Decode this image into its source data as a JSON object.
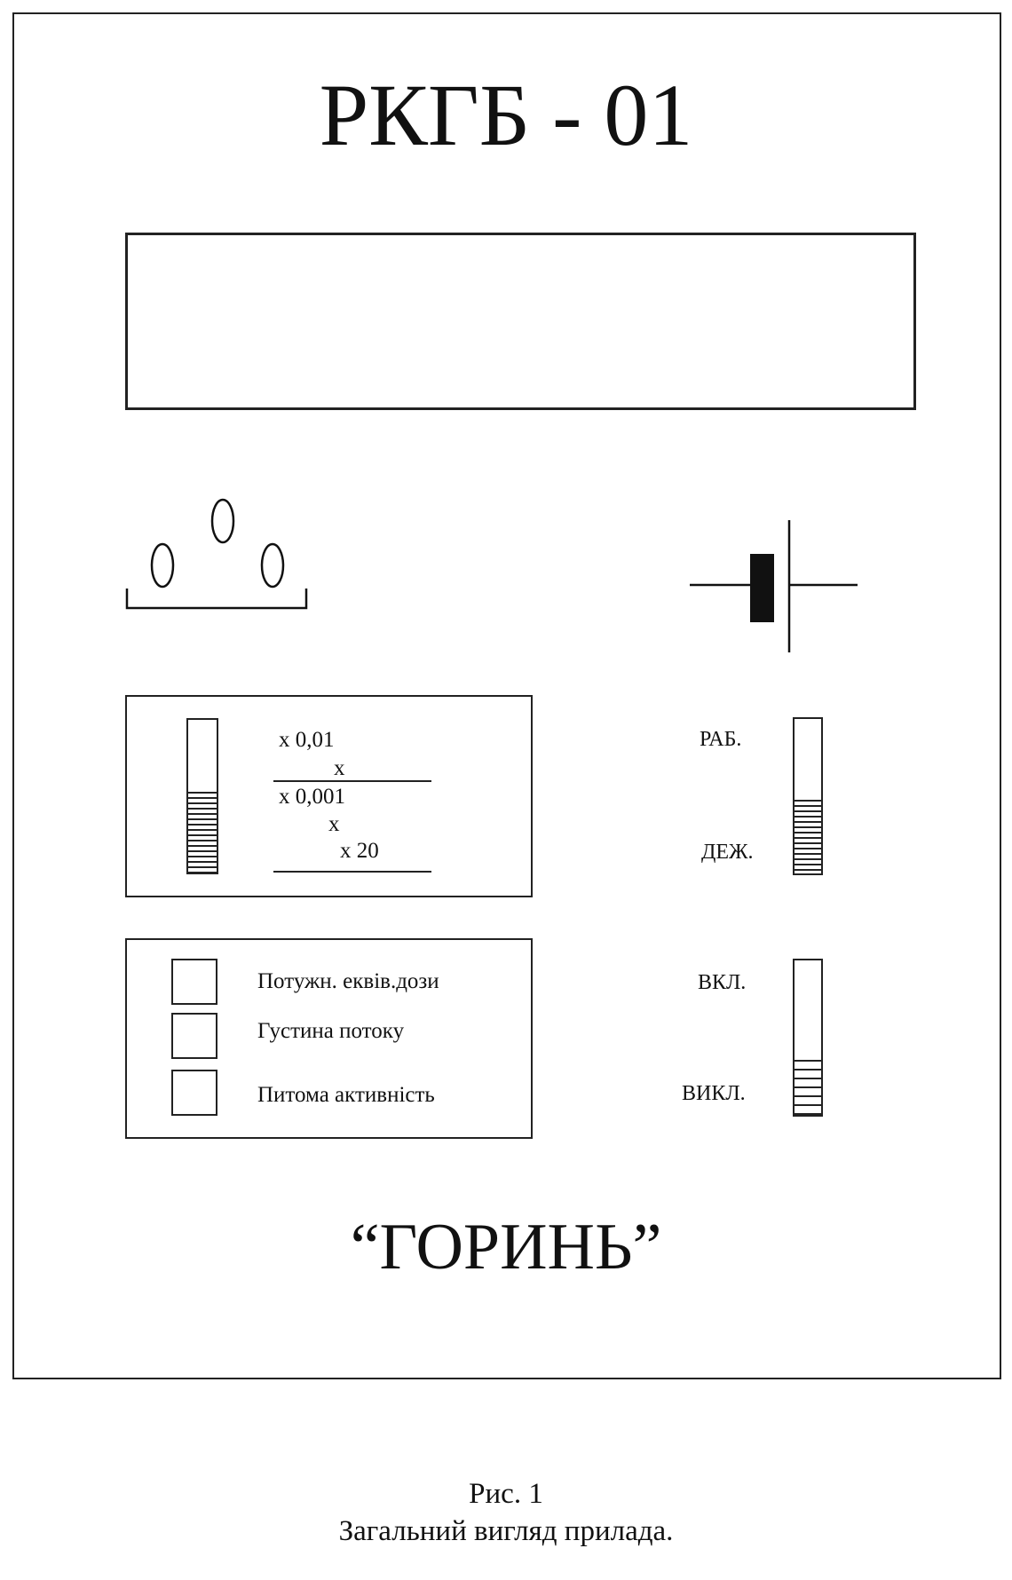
{
  "device": {
    "model": "РКГБ - 01",
    "brand": "“ГОРИНЬ”"
  },
  "range_panel": {
    "lines": [
      "x  0,01",
      "x",
      "x  0,001",
      "x",
      "x 20"
    ],
    "switch_position": 0.55
  },
  "mode_panel": {
    "options": [
      "Потужн. еквів.дози",
      "Густина потоку",
      "Питома активність"
    ]
  },
  "work_switch": {
    "top_label": "РАБ.",
    "bottom_label": "ДЕЖ.",
    "switch_position": 0.5
  },
  "power_switch": {
    "top_label": "ВКЛ.",
    "bottom_label": "ВИКЛ.",
    "switch_position": 0.4
  },
  "icons": [
    "detector-icon",
    "battery-icon"
  ],
  "caption": {
    "line1": "Рис. 1",
    "line2": "Загальний вигляд прилада."
  }
}
